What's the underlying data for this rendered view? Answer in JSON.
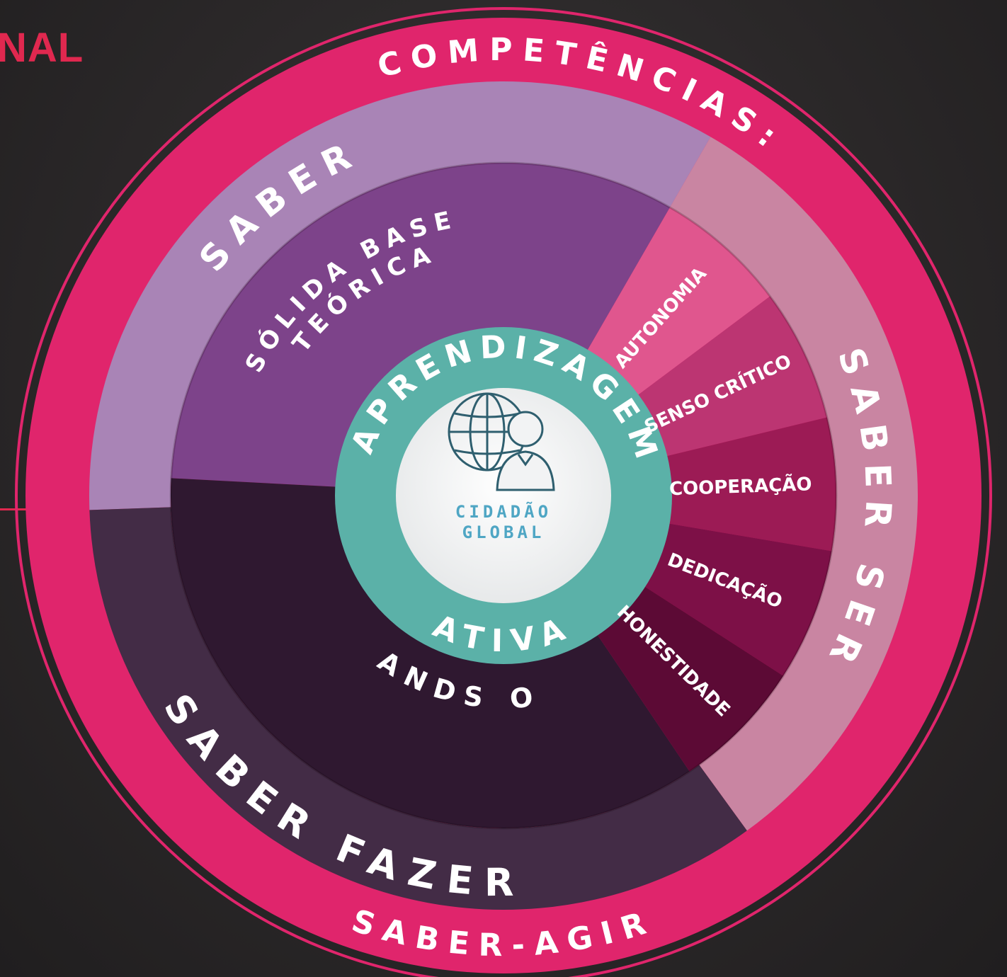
{
  "header": {
    "title": "NAL"
  },
  "diagram": {
    "outer_ring_top": "COMPETÊNCIAS:",
    "outer_ring_bottom": "SABER-AGIR",
    "band_saber": "SABER",
    "band_saber_ser": "SABER SER",
    "band_saber_fazer": "SABER FAZER",
    "segment_solida_line1": "SÓLIDA BASE",
    "segment_solida_line2": "TEÓRICA",
    "segment_hands_on": "HANDS ON",
    "values": [
      "AUTONOMIA",
      "SENSO CRÍTICO",
      "COOPERAÇÃO",
      "DEDICAÇÃO",
      "HONESTIDADE"
    ],
    "inner_ring_top": "APRENDIZAGEM",
    "inner_ring_bottom": "ATIVA",
    "center_line1": "CIDADÃO",
    "center_line2": "GLOBAL",
    "colors": {
      "outer_ring": "#e0256c",
      "saber_band": "#a984b6",
      "saber_ser_band": "#c985a2",
      "saber_fazer_band": "#432c46",
      "solida_segment": "#7d438a",
      "hands_on_segment": "#2f1830",
      "inner_ring": "#5bb1a8",
      "center": "#ffffff",
      "value_segments": [
        "#e0568e",
        "#bc3572",
        "#9c1b55",
        "#7d1047",
        "#5c0a35"
      ]
    },
    "center_icon": "globe-with-person-icon"
  }
}
